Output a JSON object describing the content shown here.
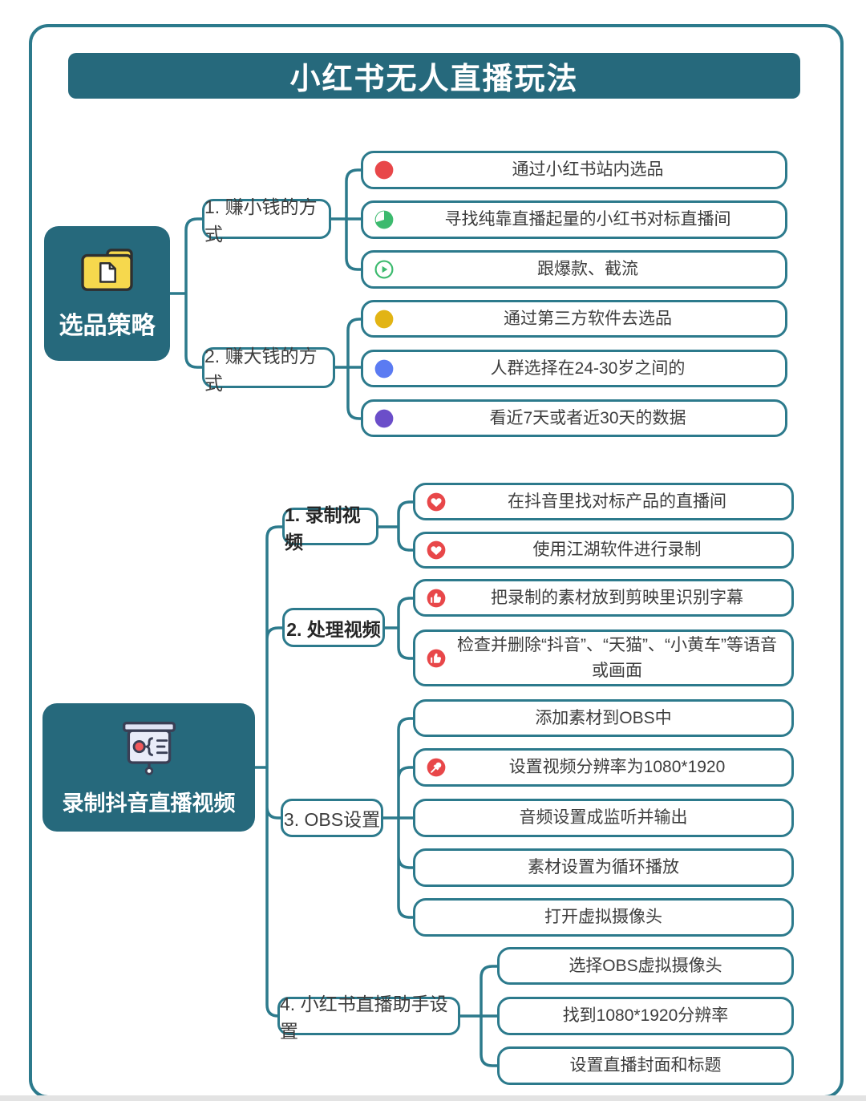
{
  "page": {
    "title": "小红书无人直播玩法"
  },
  "colors": {
    "teal_fill": "#26697c",
    "teal_line": "#2c7a8c",
    "red": "#e84749",
    "green": "#3cba6e",
    "yellow": "#e2b414",
    "blue": "#5b7bf2",
    "purple": "#6b4ec9",
    "folder_yellow": "#f6d84d",
    "board_lavender": "#e9ecf9"
  },
  "mindmap": {
    "root1": {
      "label": "选品策略",
      "icon": "folder-icon",
      "branches": [
        {
          "label": "1. 赚小钱的方式",
          "leaves": [
            {
              "label": "通过小红书站内选品",
              "icon": "red-dot-icon"
            },
            {
              "label": "寻找纯靠直播起量的小红书对标直播间",
              "icon": "green-pie-icon"
            },
            {
              "label": "跟爆款、截流",
              "icon": "green-play-icon"
            }
          ]
        },
        {
          "label": "2. 赚大钱的方式",
          "leaves": [
            {
              "label": "通过第三方软件去选品",
              "icon": "yellow-dot-icon"
            },
            {
              "label": "人群选择在24-30岁之间的",
              "icon": "blue-dot-icon"
            },
            {
              "label": "看近7天或者近30天的数据",
              "icon": "purple-dot-icon"
            }
          ]
        }
      ]
    },
    "root2": {
      "label": "录制抖音直播视频",
      "icon": "presentation-board-icon",
      "branches": [
        {
          "label": "1. 录制视频",
          "leaves": [
            {
              "label": "在抖音里找对标产品的直播间",
              "icon": "heart-icon"
            },
            {
              "label": "使用江湖软件进行录制",
              "icon": "heart-icon"
            }
          ]
        },
        {
          "label": "2. 处理视频",
          "leaves": [
            {
              "label": "把录制的素材放到剪映里识别字幕",
              "icon": "thumbs-up-icon"
            },
            {
              "label": "检查并删除“抖音”、“天猫”、“小黄车”等语音或画面",
              "icon": "thumbs-up-icon"
            }
          ]
        },
        {
          "label": "3. OBS设置",
          "leaves": [
            {
              "label": "添加素材到OBS中"
            },
            {
              "label": "设置视频分辨率为1080*1920",
              "icon": "pushpin-icon"
            },
            {
              "label": "音频设置成监听并输出"
            },
            {
              "label": "素材设置为循环播放"
            },
            {
              "label": "打开虚拟摄像头"
            }
          ]
        },
        {
          "label": "4. 小红书直播助手设置",
          "leaves": [
            {
              "label": "选择OBS虚拟摄像头"
            },
            {
              "label": "找到1080*1920分辨率"
            },
            {
              "label": "设置直播封面和标题"
            }
          ]
        }
      ]
    }
  }
}
